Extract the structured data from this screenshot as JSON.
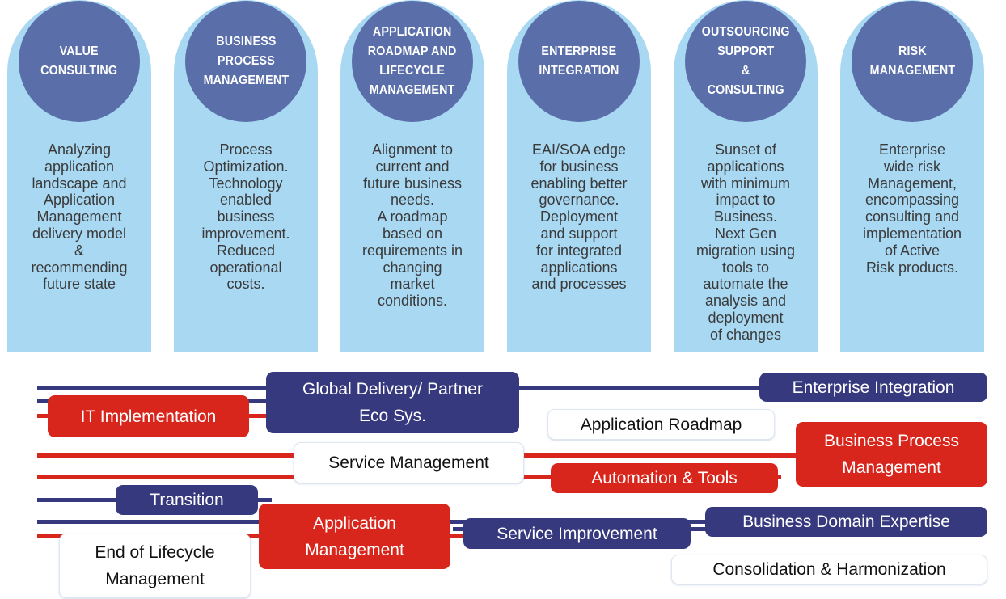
{
  "colors": {
    "card_fill": "#a9d8f3",
    "circle": "#5a6faa",
    "blue": "#36397d",
    "red": "#d9261c"
  },
  "cards": [
    {
      "title": "VALUE\nCONSULTING",
      "description": "Analyzing\napplication\nlandscape and\nApplication\nManagement\ndelivery model\n&\nrecommending\nfuture state"
    },
    {
      "title": "BUSINESS\nPROCESS\nMANAGEMENT",
      "description": "Process\nOptimization.\nTechnology\nenabled\nbusiness\nimprovement.\nReduced\noperational\ncosts."
    },
    {
      "title": "APPLICATION\nROADMAP AND\nLIFECYCLE\nMANAGEMENT",
      "description": "Alignment to\ncurrent and\nfuture business\nneeds.\nA roadmap\nbased on\nrequirements in\nchanging\nmarket\nconditions."
    },
    {
      "title": "ENTERPRISE\nINTEGRATION",
      "description": "EAI/SOA edge\nfor business\nenabling better\ngovernance.\nDeployment\nand support\nfor integrated\napplications\nand processes"
    },
    {
      "title": "OUTSOURCING\nSUPPORT\n&\nCONSULTING",
      "description": "Sunset of\napplications\nwith minimum\nimpact to\nBusiness.\nNext Gen\nmigration using\ntools to\nautomate the\nanalysis and\ndeployment\nof  changes"
    },
    {
      "title": "RISK\nMANAGEMENT",
      "description": "Enterprise\nwide risk\nManagement,\nencompassing\nconsulting and\nimplementation\nof Active\nRisk products."
    }
  ],
  "pills": {
    "global_delivery": "Global Delivery/ Partner\nEco Sys.",
    "enterprise_integration": "Enterprise Integration",
    "it_implementation": "IT Implementation",
    "application_roadmap": "Application Roadmap",
    "service_management": "Service Management",
    "business_process_management": "Business Process\nManagement",
    "automation_tools": "Automation & Tools",
    "transition": "Transition",
    "application_management": "Application\nManagement",
    "service_improvement": "Service Improvement",
    "business_domain_expertise": "Business Domain Expertise",
    "end_of_lifecycle": "End of Lifecycle\nManagement",
    "consolidation": "Consolidation & Harmonization"
  }
}
